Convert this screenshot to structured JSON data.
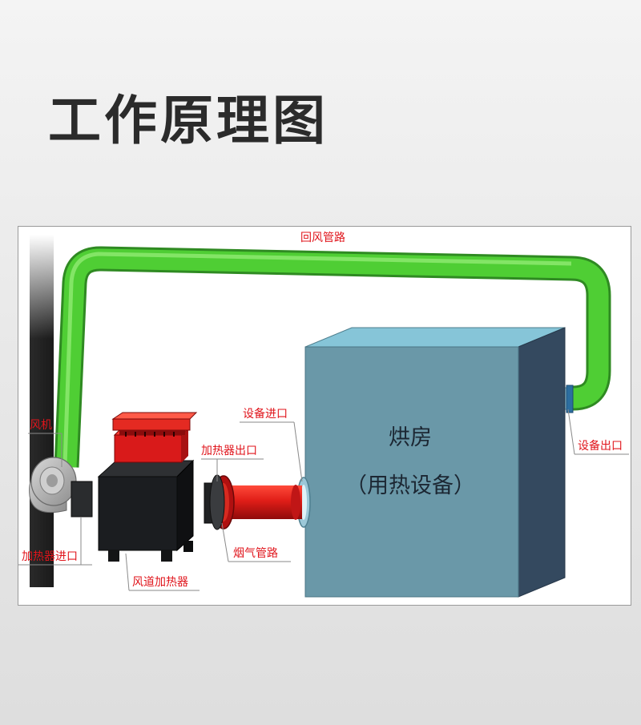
{
  "title": "工作原理图",
  "labels": {
    "return_duct": "回风管路",
    "fan": "风机",
    "heater_outlet": "加热器出口",
    "equipment_inlet": "设备进口",
    "equipment_outlet": "设备出口",
    "heater_inlet": "加热器进口",
    "flue_duct": "烟气管路",
    "duct_heater": "风道加热器",
    "drying_room": "烘房",
    "drying_room_sub": "（用热设备）"
  },
  "colors": {
    "pipe_green": "#4fce34",
    "heater_red": "#d91a1a",
    "heater_body": "#1b1d20",
    "room_front": "#6a98a8",
    "room_top": "#86c5d8",
    "room_side": "#34495f",
    "label_red": "#e0141b"
  }
}
